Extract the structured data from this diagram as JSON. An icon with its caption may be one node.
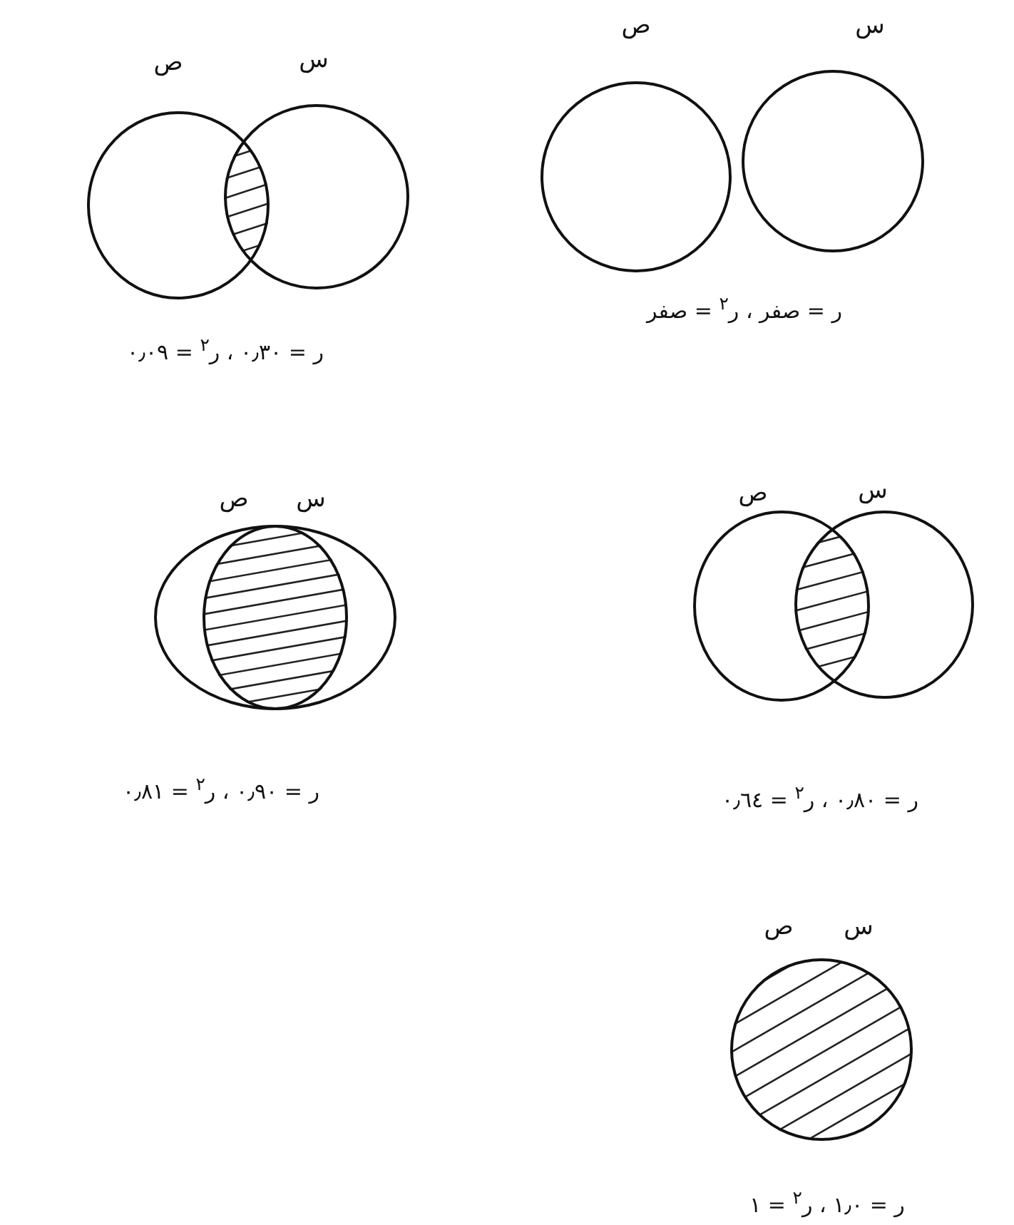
{
  "diagram": {
    "nodes": [
      {
        "text": [
          "س"
        ]
      },
      {
        "text": [
          "ص"
        ]
      },
      {
        "text": [
          "س"
        ]
      },
      {
        "text": [
          "ص"
        ]
      },
      {
        "text": [
          "س"
        ]
      },
      {
        "text": [
          "ص"
        ]
      },
      {
        "text": [
          "ص"
        ]
      },
      {
        "text": [
          "س"
        ],
        "in": 6
      },
      {
        "text": [
          "س",
          "ص"
        ]
      }
    ],
    "labels": [
      "ر = صفر ، ر$^{٢}$ = صفر",
      "ر = ٠٫٣٠ ، ر$^{٢}$ = ٠٫٠٩",
      "ر = ٠٫٨٠ ، ر$^{٢}$ = ٠٫٦٤",
      "ر = ٠٫٩٠ ، ر$^{٢}$ = ٠٫٨١",
      "ر = ١٫٠ ، ر$^{٢}$ = ١"
    ]
  }
}
